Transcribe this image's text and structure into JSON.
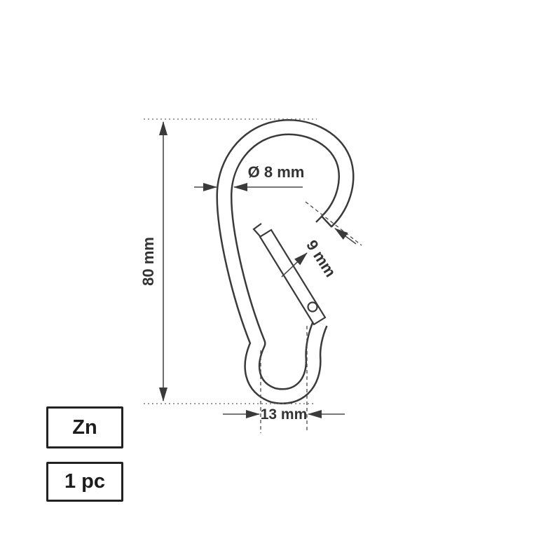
{
  "drawing": {
    "subject": "carabiner-snap-hook-technical-drawing",
    "labels": {
      "diameter": "Ø 8 mm",
      "height": "80 mm",
      "opening": "9 mm",
      "width": "13 mm"
    }
  },
  "badges": {
    "material": "Zn",
    "quantity": "1 pc"
  },
  "colors": {
    "line": "#3a3a3a",
    "dim_line": "#4a4a4a",
    "text": "#333333",
    "background": "#ffffff"
  }
}
